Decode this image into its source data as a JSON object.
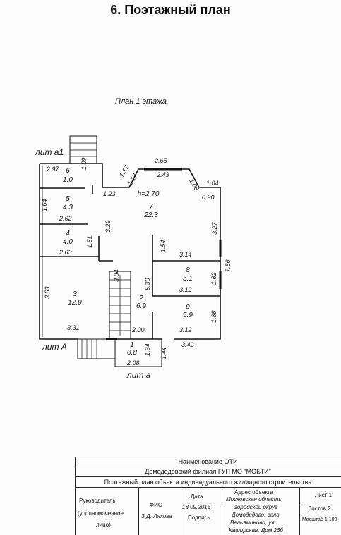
{
  "heading": "6. Поэтажный план",
  "plan_title": "План 1 этажа",
  "labels": {
    "lit_a1": "лит а1",
    "lit_A": "лит А",
    "lit_a": "лит а",
    "height": "h=2.70"
  },
  "rooms": [
    {
      "num": "6",
      "area": "1.0"
    },
    {
      "num": "5",
      "area": "4.3"
    },
    {
      "num": "4",
      "area": "4.0"
    },
    {
      "num": "3",
      "area": "12.0"
    },
    {
      "num": "7",
      "area": "22.3"
    },
    {
      "num": "8",
      "area": "5.1"
    },
    {
      "num": "9",
      "area": "5.9"
    },
    {
      "num": "2",
      "area": "6.9"
    },
    {
      "num": "1",
      "area": "0.8"
    }
  ],
  "dimensions": {
    "d_2_97": "2.97",
    "d_1_09": "1.09",
    "d_2_65": "2.65",
    "d_2_43": "2.43",
    "d_1_17a": "1.17",
    "d_1_17b": "1.17",
    "d_1_08": "1.08",
    "d_1_04": "1.04",
    "d_0_90": "0.90",
    "d_1_23": "1.23",
    "d_1_64": "1.64",
    "d_2_62": "2.62",
    "d_3_29": "3.29",
    "d_3_27": "3.27",
    "d_1_51": "1.51",
    "d_2_63": "2.63",
    "d_1_54": "1.54",
    "d_3_14": "3.14",
    "d_7_56": "7.56",
    "d_3_63": "3.63",
    "d_3_84": "3.84",
    "d_5_30": "5.30",
    "d_1_62": "1.62",
    "d_3_12a": "3.12",
    "d_1_88": "1.88",
    "d_3_31": "3.31",
    "d_2_00": "2.00",
    "d_3_12b": "3.12",
    "d_1_34": "1.34",
    "d_3_42": "3.42",
    "d_1_44": "1.44",
    "d_2_08": "2.08"
  },
  "stamp": {
    "org_title": "Наименование ОТИ",
    "org_name": "Домодедовский филиал ГУП МО \"МОБТИ\"",
    "doc_title": "Поэтажный план объекта индивидуального жилищного строительства",
    "head_label": "Руководитель",
    "head_sub1": "(уполномоченное",
    "head_sub2": "лицо)",
    "fio_label": "ФИО",
    "fio_value": "З.Д. Ляхова",
    "date_label": "Дата",
    "date_value": "18.09.2015",
    "sign_label": "Подпись",
    "addr_label": "Адрес объекта",
    "addr_1": "Московская область,",
    "addr_2": "городской округ",
    "addr_3": "Домодедово, село",
    "addr_4": "Вельяминово, ул.",
    "addr_5": "Каширская, Дом 26б",
    "sheet": "Лист 1",
    "sheets": "Листов 2",
    "scale": "Масштаб 1:100"
  }
}
